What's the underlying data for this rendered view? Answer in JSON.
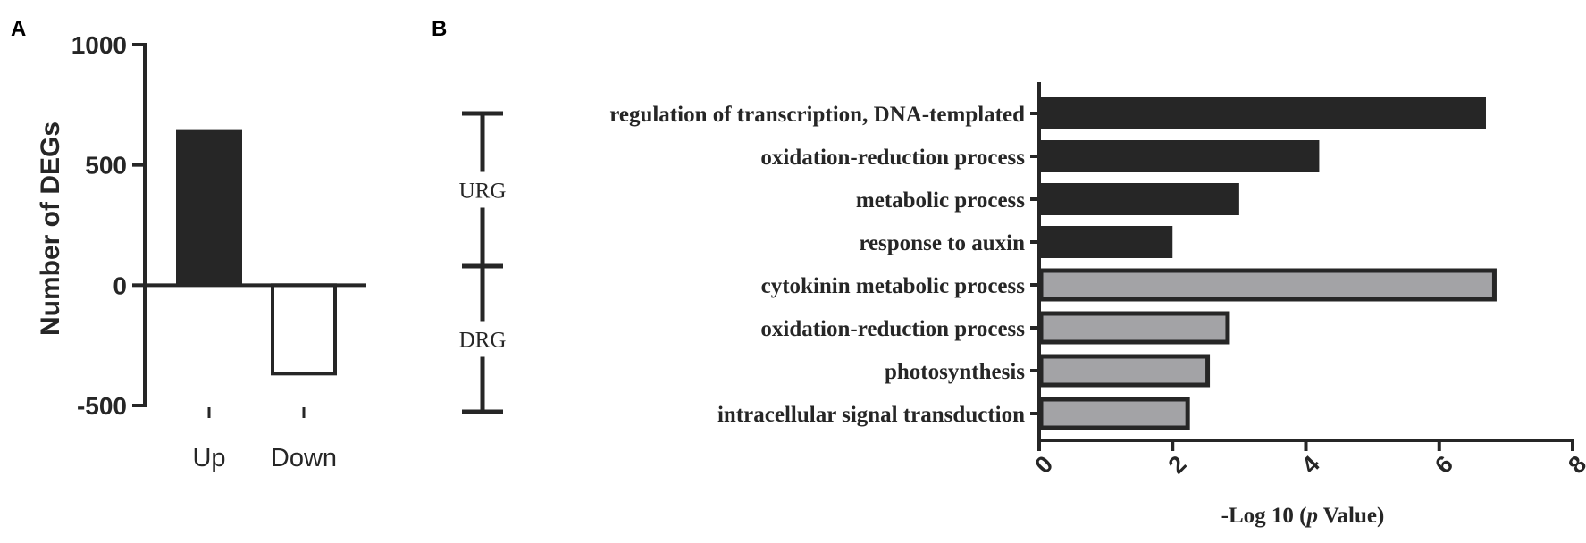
{
  "panel_labels": {
    "a": "A",
    "b": "B"
  },
  "colors": {
    "dark_bar": "#262626",
    "gray_bar": "#a3a3a6",
    "axis": "#262626"
  },
  "chart_data": [
    {
      "type": "bar",
      "ylabel": "Number of DEGs",
      "xlabel": "",
      "ylim": [
        -500,
        1000
      ],
      "yticks": [
        "1000",
        "500",
        "0",
        "-500"
      ],
      "categories": [
        "Up",
        "Down"
      ],
      "values": [
        645,
        -375
      ]
    },
    {
      "type": "bar",
      "orientation": "horizontal",
      "xlabel_prefix": "-Log 10 (",
      "xlabel_italic": "p",
      "xlabel_suffix": " Value)",
      "xlim": [
        0,
        8
      ],
      "xticks": [
        "0",
        "2",
        "4",
        "6",
        "8"
      ],
      "groups": [
        {
          "name": "URG",
          "fill": "dark"
        },
        {
          "name": "DRG",
          "fill": "gray"
        }
      ],
      "categories": [
        "regulation of transcription, DNA-templated",
        "oxidation-reduction process",
        "metabolic process",
        "response to auxin",
        "cytokinin metabolic process",
        "oxidation-reduction process",
        "photosynthesis",
        "intracellular signal transduction"
      ],
      "values": [
        6.7,
        4.2,
        3.0,
        2.0,
        6.8,
        2.8,
        2.5,
        2.2
      ],
      "group_index": [
        0,
        0,
        0,
        0,
        1,
        1,
        1,
        1
      ]
    }
  ]
}
